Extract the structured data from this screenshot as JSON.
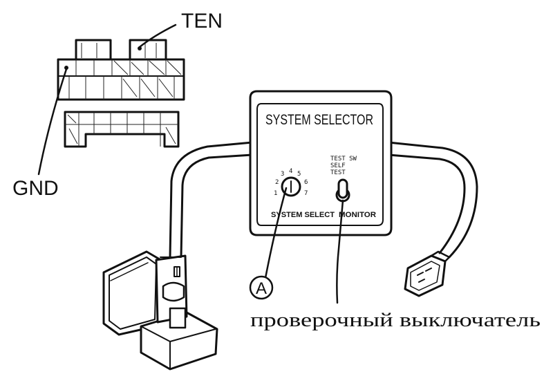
{
  "connector": {
    "ten_label": "TEN",
    "gnd_label": "GND"
  },
  "selector_box": {
    "title": "SYSTEM SELECTOR",
    "dial_numbers": [
      "1",
      "2",
      "3",
      "4",
      "5",
      "6",
      "7"
    ],
    "switch_positions": [
      "TEST SW",
      "SELF",
      "TEST"
    ],
    "bottom_label_left": "SYSTEM SELECT",
    "bottom_label_right": "MONITOR"
  },
  "callouts": {
    "a_marker": "A",
    "test_switch": "проверочный выключатель"
  }
}
